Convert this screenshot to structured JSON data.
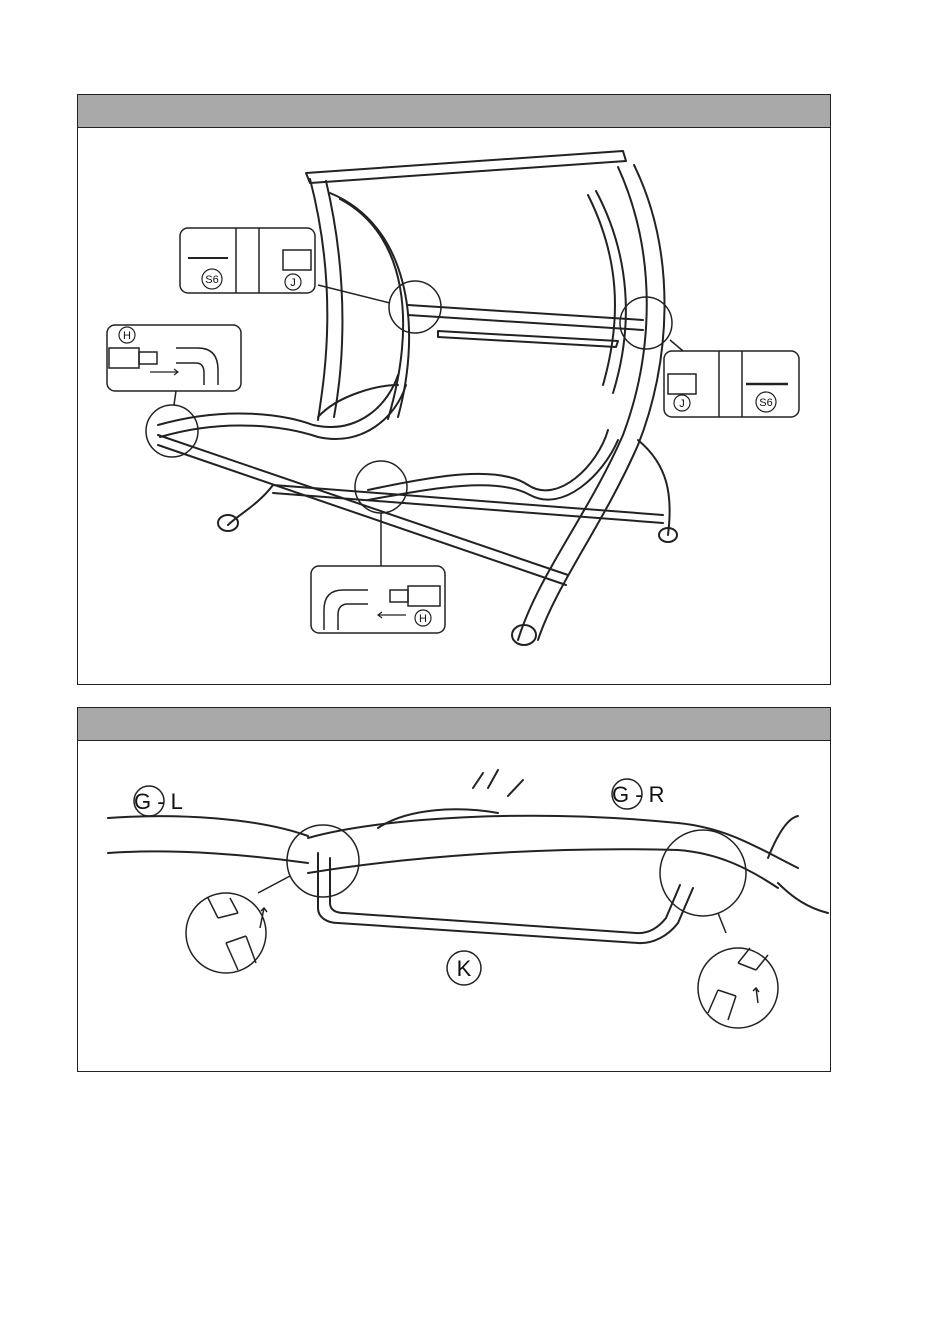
{
  "step1": {
    "callout_top_left": {
      "part_a": "S6",
      "part_b": "J"
    },
    "callout_right": {
      "part_a": "J",
      "part_b": "S6"
    },
    "callout_left": {
      "part": "H"
    },
    "callout_bottom": {
      "part": "H"
    }
  },
  "step2": {
    "label_g_left": "G - L",
    "label_g_right": "G - R",
    "label_k": "K"
  }
}
